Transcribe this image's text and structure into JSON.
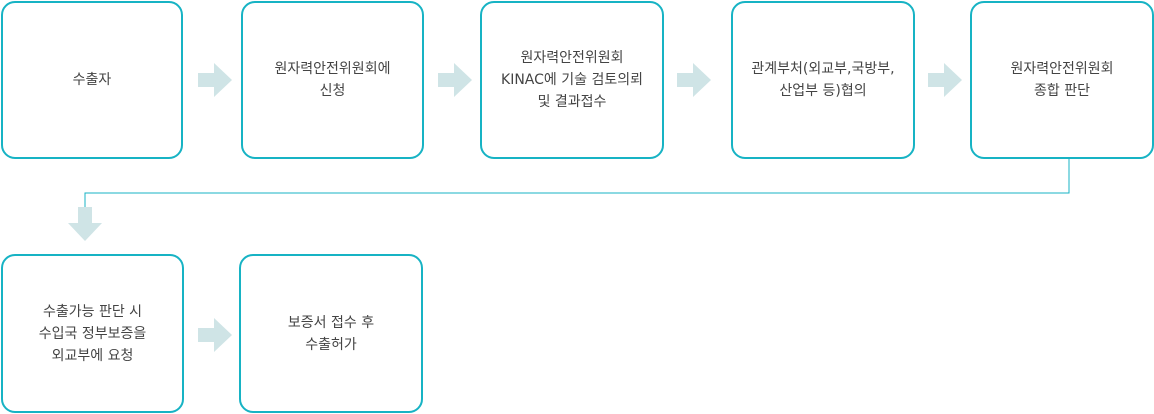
{
  "flow": {
    "step1": {
      "lines": [
        "수출자"
      ]
    },
    "step2": {
      "lines": [
        "원자력안전위원회에",
        "신청"
      ]
    },
    "step3": {
      "lines": [
        "원자력안전위원회",
        "KINAC에 기술 검토의뢰",
        "및 결과접수"
      ]
    },
    "step4": {
      "lines": [
        "관계부처(외교부,국방부,",
        "산업부 등)협의"
      ]
    },
    "step5": {
      "lines": [
        "원자력안전위원회",
        "종합 판단"
      ]
    },
    "step6": {
      "lines": [
        "수출가능 판단 시",
        "수입국 정부보증을",
        "외교부에 요청"
      ]
    },
    "step7": {
      "lines": [
        "보증서 접수 후",
        "수출허가"
      ]
    }
  },
  "colors": {
    "border": "#17b3c4",
    "arrow": "#cfe4e6",
    "text": "#444444"
  }
}
